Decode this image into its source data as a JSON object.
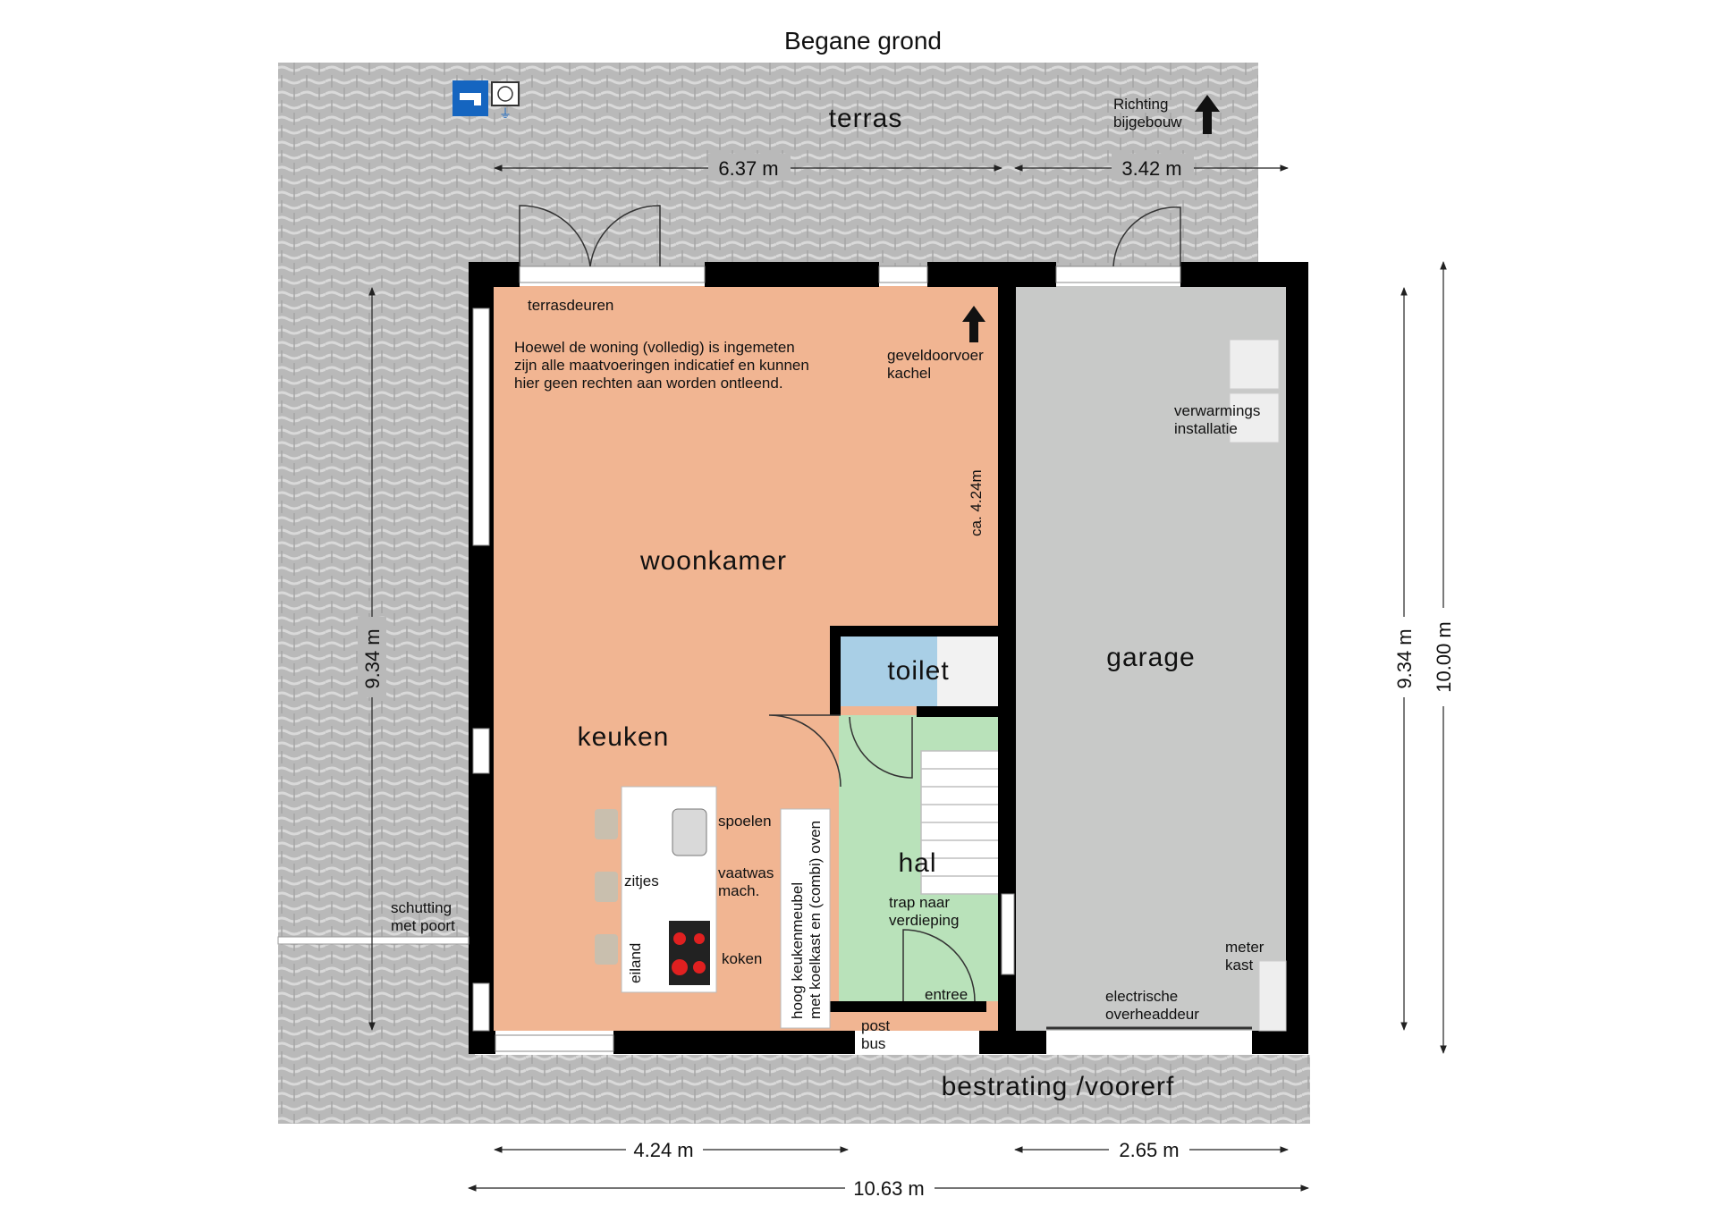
{
  "title": "Begane grond",
  "colors": {
    "woonkamer": "#f1b592",
    "garage": "#c8c9c8",
    "hal": "#b9e2ba",
    "toilet": "#a9cfe6",
    "paving": "#b9b9b9",
    "wall": "#000000",
    "icon_blue": "#1565c0"
  },
  "rooms": {
    "terras": "terras",
    "woonkamer": "woonkamer",
    "keuken": "keuken",
    "garage": "garage",
    "toilet": "toilet",
    "hal": "hal",
    "voorerf": "bestrating /voorerf"
  },
  "labels": {
    "richting_1": "Richting",
    "richting_2": "bijgebouw",
    "terrasdeuren": "terrasdeuren",
    "disclaimer_1": "Hoewel de woning (volledig) is ingemeten",
    "disclaimer_2": "zijn alle maatvoeringen indicatief en kunnen",
    "disclaimer_3": "hier geen rechten aan worden ontleend.",
    "geveldoorvoer_1": "geveldoorvoer",
    "geveldoorvoer_2": "kachel",
    "verwarming_1": "verwarmings",
    "verwarming_2": "installatie",
    "ca_height": "ca. 4.24m",
    "spoelen": "spoelen",
    "vaatwas_1": "vaatwas",
    "vaatwas_2": "mach.",
    "zitjes": "zitjes",
    "koken": "koken",
    "eiland": "eiland",
    "hoog_1": "hoog keukenmeubel",
    "hoog_2": "met koelkast en (combi) oven",
    "schutting_1": "schutting",
    "schutting_2": "met poort",
    "trap_1": "trap naar",
    "trap_2": "verdieping",
    "entree": "entree",
    "post_1": "post",
    "post_2": "bus",
    "meter_1": "meter",
    "meter_2": "kast",
    "overhead_1": "electrische",
    "overhead_2": "overheaddeur"
  },
  "dimensions": {
    "top_left": "6.37 m",
    "top_right": "3.42 m",
    "left_height": "9.34 m",
    "right_height": "9.34 m",
    "right_total": "10.00 m",
    "bottom_left": "4.24 m",
    "bottom_right": "2.65 m",
    "bottom_total": "10.63 m"
  },
  "icons": [
    "water-tap-icon",
    "power-socket-icon",
    "arrow-up-icon"
  ]
}
